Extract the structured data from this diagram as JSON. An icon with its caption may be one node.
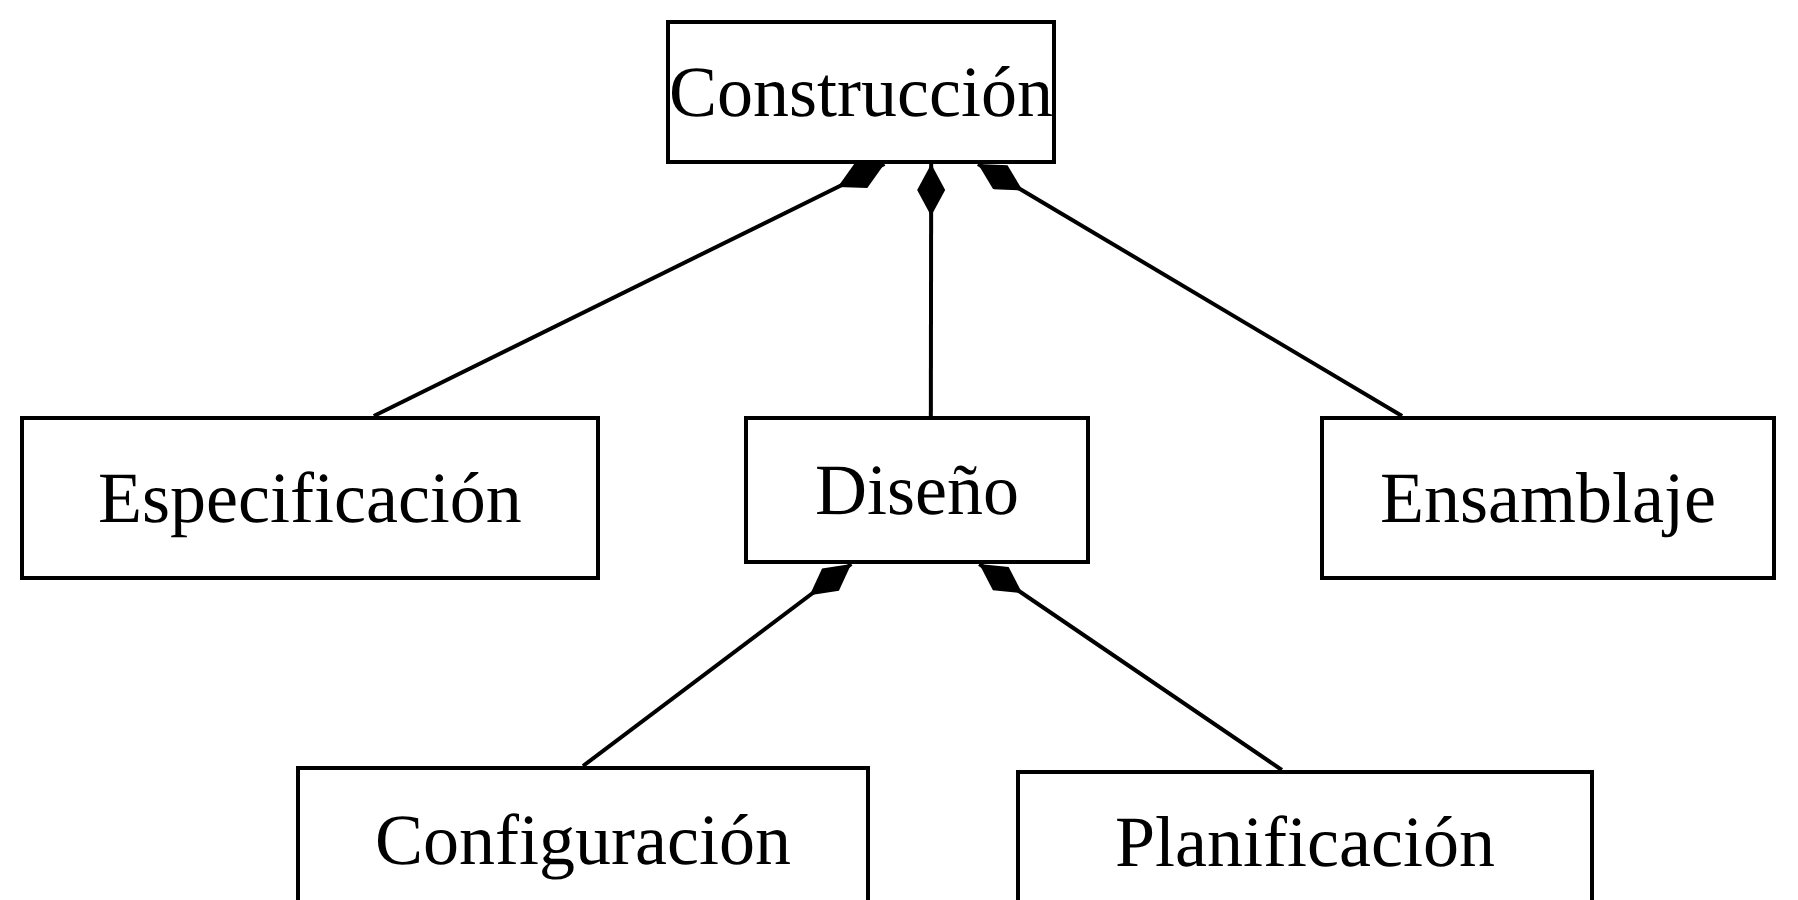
{
  "diagram": {
    "nodes": [
      {
        "text": [
          "Construcción"
        ]
      },
      {
        "text": [
          "Especificación"
        ]
      },
      {
        "text": [
          "Diseño"
        ]
      },
      {
        "text": [
          "Ensamblaje"
        ]
      },
      {
        "text": [
          "Configuración"
        ]
      },
      {
        "text": [
          "Planificación"
        ]
      }
    ],
    "edges": [
      {
        "from": 1,
        "to": 0,
        "arrow": "other"
      },
      {
        "from": 2,
        "to": 0,
        "arrow": "other"
      },
      {
        "from": 3,
        "to": 0,
        "arrow": "other"
      },
      {
        "from": 4,
        "to": 2,
        "arrow": "other"
      },
      {
        "from": 5,
        "to": 2,
        "arrow": "other"
      }
    ]
  }
}
